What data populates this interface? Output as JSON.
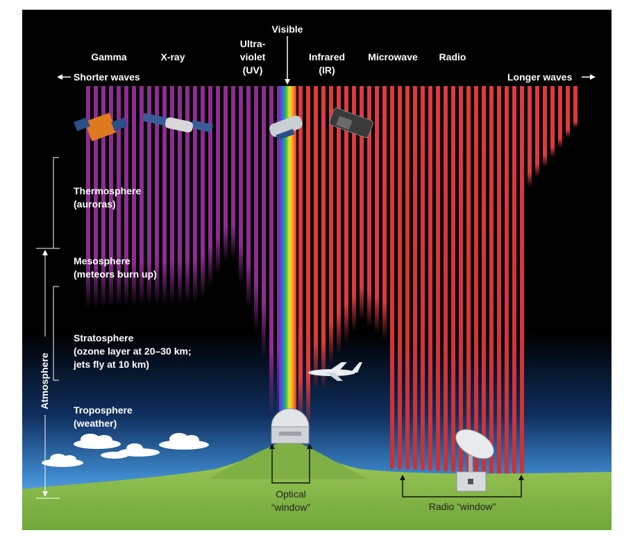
{
  "spectrum": {
    "bands": [
      "Gamma",
      "X-ray",
      "Ultra-\nviolet\n(UV)",
      "Visible",
      "Infrared\n(IR)",
      "Microwave",
      "Radio"
    ],
    "shorter_waves": "Shorter waves",
    "longer_waves": "Longer waves"
  },
  "layers": {
    "thermosphere": "Thermosphere\n(auroras)",
    "mesosphere": "Mesosphere\n(meteors burn up)",
    "stratosphere": "Stratosphere\n(ozone layer at 20–30 km;\njets fly at 10 km)",
    "troposphere": "Troposphere\n(weather)",
    "atmosphere": "Atmosphere"
  },
  "windows": {
    "optical": "Optical\n“window”",
    "radio": "Radio “window”"
  },
  "colors": {
    "space": "#000000",
    "short_wave_bars": "#8e2c92",
    "long_wave_bars": "#e0393e",
    "ground": "#8fbf4c",
    "sky": "#6db1e3"
  }
}
